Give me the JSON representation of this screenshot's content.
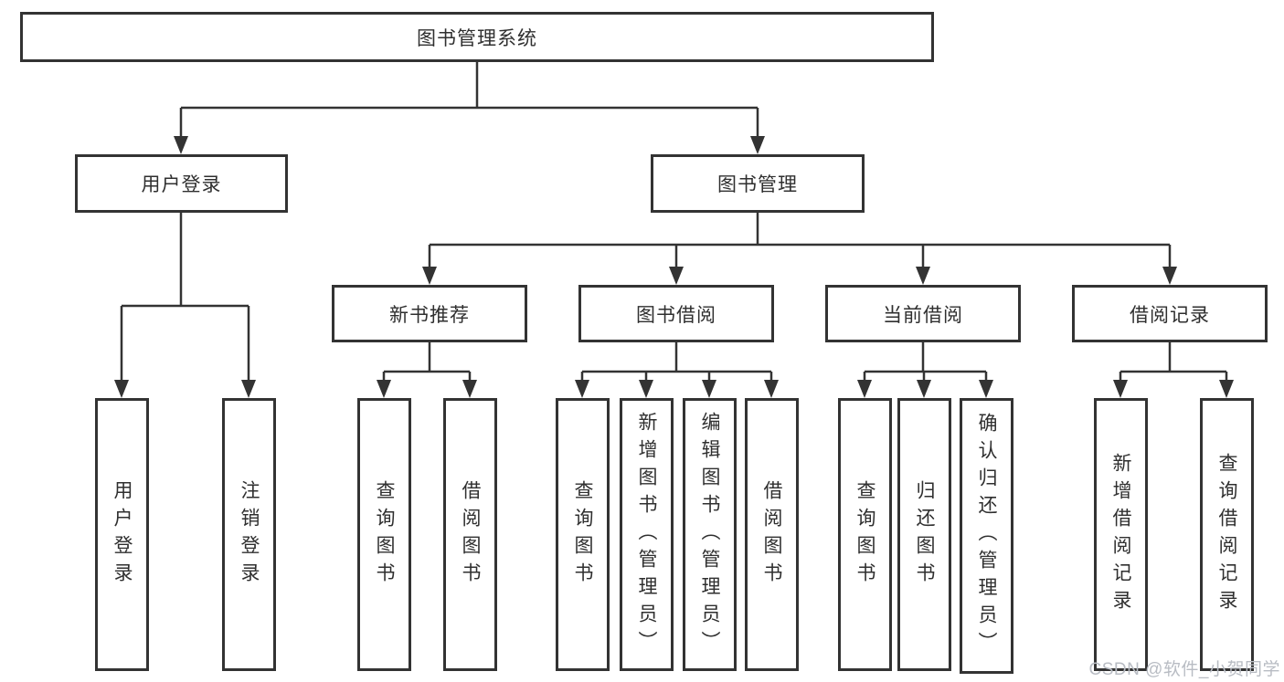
{
  "diagram_title": "图书管理系统",
  "tree": {
    "root": {
      "label": "图书管理系统"
    },
    "branches": [
      {
        "label": "用户登录",
        "children": [
          {
            "label": "用户登录"
          },
          {
            "label": "注销登录"
          }
        ]
      },
      {
        "label": "图书管理",
        "children": [
          {
            "label": "新书推荐",
            "children": [
              {
                "label": "查询图书"
              },
              {
                "label": "借阅图书"
              }
            ]
          },
          {
            "label": "图书借阅",
            "children": [
              {
                "label": "查询图书"
              },
              {
                "label": "新增图书（管理员）"
              },
              {
                "label": "编辑图书（管理员）"
              },
              {
                "label": "借阅图书"
              }
            ]
          },
          {
            "label": "当前借阅",
            "children": [
              {
                "label": "查询图书"
              },
              {
                "label": "归还图书"
              },
              {
                "label": "确认归还（管理员）"
              }
            ]
          },
          {
            "label": "借阅记录",
            "children": [
              {
                "label": "新增借阅记录"
              },
              {
                "label": "查询借阅记录"
              }
            ]
          }
        ]
      }
    ]
  },
  "watermark": {
    "text": "CSDN @软件_小贺同学"
  },
  "colors": {
    "line": "#333333",
    "text": "#2f2f2f",
    "box_background": "#ffffff",
    "page_background": "#ffffff",
    "watermark": "#b8bcc3"
  }
}
